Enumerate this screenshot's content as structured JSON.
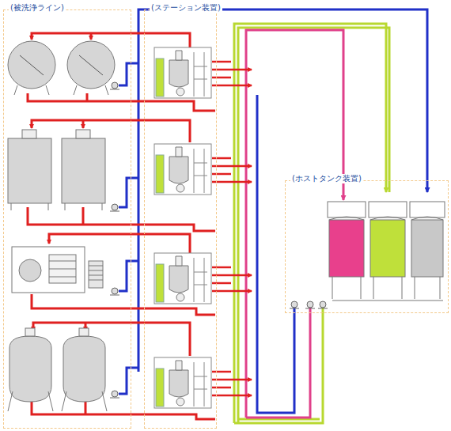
{
  "diagram": {
    "nodes": [
      {
        "text": [
          "(被洗浄ライン)"
        ]
      },
      {
        "text": [
          "(ステーション装置)"
        ]
      },
      {
        "text": [
          "(ホストタンク装置)"
        ]
      }
    ]
  }
}
